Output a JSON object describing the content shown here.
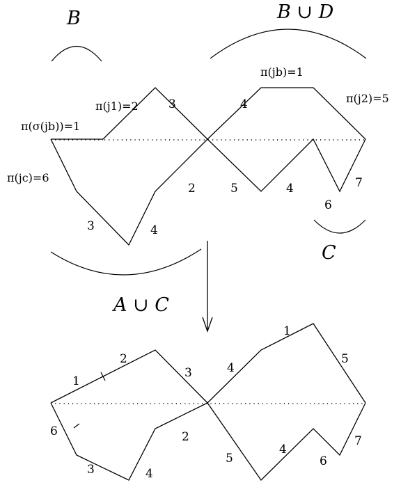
{
  "set_labels": {
    "b": "B",
    "b_union_d": "B ∪ D",
    "c": "C",
    "a_union_c": "A ∪ C"
  },
  "perm_labels": {
    "pi_jb": "π(jb)=1",
    "pi_j1": "π(j1)=2",
    "pi_j2": "π(j2)=5",
    "pi_sigma_jb": "π(σ(jb))=1",
    "pi_jc": "π(jc)=6"
  },
  "top_edges": [
    "3",
    "4",
    "2",
    "5",
    "4",
    "6",
    "7",
    "3",
    "4"
  ],
  "bottom_edges": [
    "1",
    "2",
    "3",
    "4",
    "1",
    "5",
    "6",
    "2",
    "5",
    "4",
    "6",
    "7",
    "3",
    "4"
  ]
}
